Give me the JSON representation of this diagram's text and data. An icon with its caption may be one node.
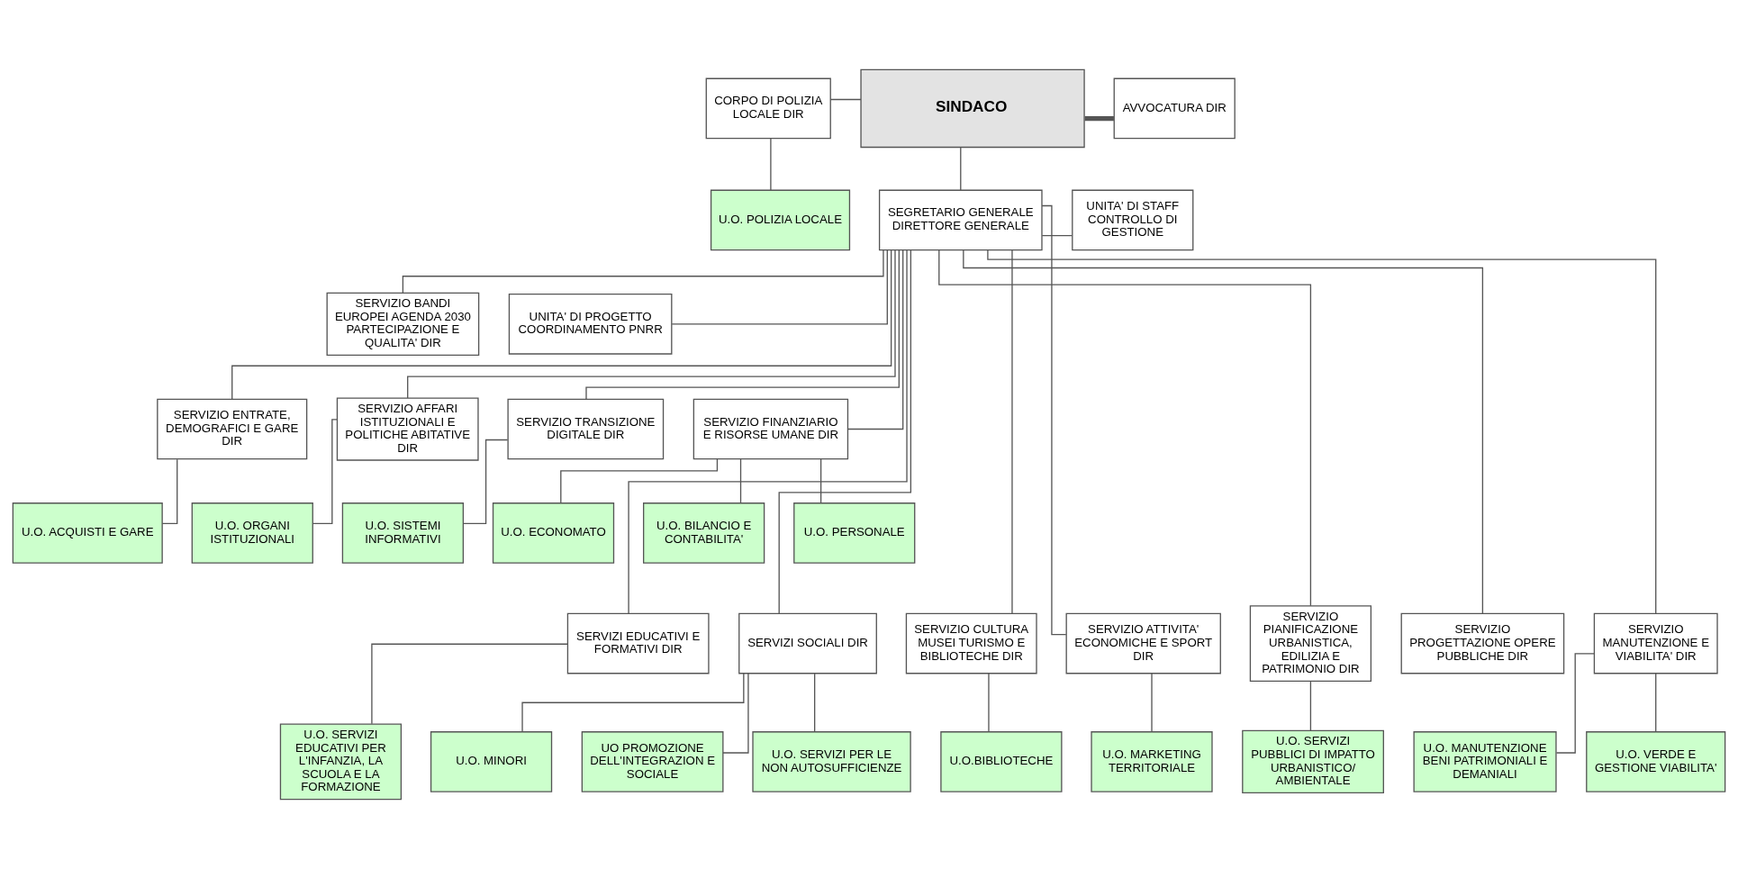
{
  "diagram": {
    "nodes": [
      {
        "text": [
          "SINDACO"
        ]
      },
      {
        "text": [
          "CORPO DI POLIZIA LOCALE DIR"
        ]
      },
      {
        "text": [
          "AVVOCATURA DIR"
        ]
      },
      {
        "text": [
          "U.O. POLIZIA LOCALE"
        ]
      },
      {
        "text": [
          "SEGRETARIO GENERALE DIRETTORE GENERALE"
        ]
      },
      {
        "text": [
          "UNITA' DI STAFF CONTROLLO DI GESTIONE"
        ]
      },
      {
        "text": [
          "UNITA' DI PROGETTO COORDINAMENTO PNRR"
        ]
      },
      {
        "text": [
          "SERVIZIO BANDI EUROPEI AGENDA 2030 PARTECIPAZIONE E QUALITA' DIR"
        ]
      },
      {
        "text": [
          "SERVIZIO ENTRATE, DEMOGRAFICI E GARE DIR"
        ]
      },
      {
        "text": [
          "SERVIZIO AFFARI ISTITUZIONALI E POLITICHE ABITATIVE DIR"
        ]
      },
      {
        "text": [
          "SERVIZIO TRANSIZIONE DIGITALE DIR"
        ]
      },
      {
        "text": [
          "SERVIZIO FINANZIARIO E RISORSE UMANE DIR"
        ]
      },
      {
        "text": [
          "U.O. ACQUISTI E GARE"
        ]
      },
      {
        "text": [
          "U.O. ORGANI ISTITUZIONALI"
        ]
      },
      {
        "text": [
          "U.O. SISTEMI INFORMATIVI"
        ]
      },
      {
        "text": [
          "U.O. ECONOMATO"
        ]
      },
      {
        "text": [
          "U.O. BILANCIO E CONTABILITA'"
        ]
      },
      {
        "text": [
          "U.O. PERSONALE"
        ]
      },
      {
        "text": [
          "SERVIZI EDUCATIVI E FORMATIVI DIR"
        ]
      },
      {
        "text": [
          "SERVIZI SOCIALI DIR"
        ]
      },
      {
        "text": [
          "SERVIZIO CULTURA MUSEI TURISMO E BIBLIOTECHE DIR"
        ]
      },
      {
        "text": [
          "SERVIZIO ATTIVITA' ECONOMICHE E SPORT DIR"
        ]
      },
      {
        "text": [
          "SERVIZIO PIANIFICAZIONE URBANISTICA, EDILIZIA E PATRIMONIO DIR"
        ]
      },
      {
        "text": [
          "SERVIZIO PROGETTAZIONE OPERE PUBBLICHE DIR"
        ]
      },
      {
        "text": [
          "SERVIZIO MANUTENZIONE E VIABILITA' DIR"
        ]
      },
      {
        "text": [
          "U.O. SERVIZI EDUCATIVI PER L'INFANZIA, LA SCUOLA E LA FORMAZIONE"
        ]
      },
      {
        "text": [
          "U.O. MINORI"
        ]
      },
      {
        "text": [
          "UO PROMOZIONE DELL'INTEGRAZION E SOCIALE"
        ]
      },
      {
        "text": [
          "U.O. SERVIZI PER LE NON AUTOSUFFICIENZE"
        ]
      },
      {
        "text": [
          "U.O.BIBLIOTECHE"
        ]
      },
      {
        "text": [
          "U.O. MARKETING TERRITORIALE"
        ]
      },
      {
        "text": [
          "U.O. SERVIZI PUBBLICI DI IMPATTO URBANISTICO/ AMBIENTALE"
        ]
      },
      {
        "text": [
          "U.O. MANUTENZIONE BENI PATRIMONIALI E DEMANIALI"
        ]
      },
      {
        "text": [
          "U.O. VERDE E GESTIONE VIABILITA'"
        ]
      }
    ],
    "edges": [
      {
        "from": 0,
        "to": 1,
        "arrow": "none"
      },
      {
        "from": 0,
        "to": 2,
        "arrow": "none",
        "style": "thick"
      },
      {
        "from": 1,
        "to": 3,
        "arrow": "none"
      },
      {
        "from": 0,
        "to": 4,
        "arrow": "none"
      },
      {
        "from": 4,
        "to": 5,
        "arrow": "none"
      },
      {
        "from": 4,
        "to": 6,
        "arrow": "none"
      },
      {
        "from": 4,
        "to": 7,
        "arrow": "none"
      },
      {
        "from": 4,
        "to": 8,
        "arrow": "none"
      },
      {
        "from": 4,
        "to": 9,
        "arrow": "none"
      },
      {
        "from": 4,
        "to": 10,
        "arrow": "none"
      },
      {
        "from": 4,
        "to": 11,
        "arrow": "none"
      },
      {
        "from": 8,
        "to": 12,
        "arrow": "none"
      },
      {
        "from": 9,
        "to": 13,
        "arrow": "none"
      },
      {
        "from": 10,
        "to": 14,
        "arrow": "none"
      },
      {
        "from": 11,
        "to": 15,
        "arrow": "none"
      },
      {
        "from": 11,
        "to": 16,
        "arrow": "none"
      },
      {
        "from": 11,
        "to": 17,
        "arrow": "none"
      },
      {
        "from": 4,
        "to": 18,
        "arrow": "none"
      },
      {
        "from": 4,
        "to": 19,
        "arrow": "none"
      },
      {
        "from": 4,
        "to": 20,
        "arrow": "none"
      },
      {
        "from": 4,
        "to": 21,
        "arrow": "none"
      },
      {
        "from": 4,
        "to": 22,
        "arrow": "none"
      },
      {
        "from": 4,
        "to": 23,
        "arrow": "none"
      },
      {
        "from": 4,
        "to": 24,
        "arrow": "none"
      },
      {
        "from": 18,
        "to": 25,
        "arrow": "none"
      },
      {
        "from": 19,
        "to": 26,
        "arrow": "none"
      },
      {
        "from": 19,
        "to": 27,
        "arrow": "none"
      },
      {
        "from": 19,
        "to": 28,
        "arrow": "none"
      },
      {
        "from": 20,
        "to": 29,
        "arrow": "none"
      },
      {
        "from": 21,
        "to": 30,
        "arrow": "none"
      },
      {
        "from": 22,
        "to": 31,
        "arrow": "none"
      },
      {
        "from": 24,
        "to": 32,
        "arrow": "none"
      },
      {
        "from": 24,
        "to": 33,
        "arrow": "none"
      }
    ]
  }
}
